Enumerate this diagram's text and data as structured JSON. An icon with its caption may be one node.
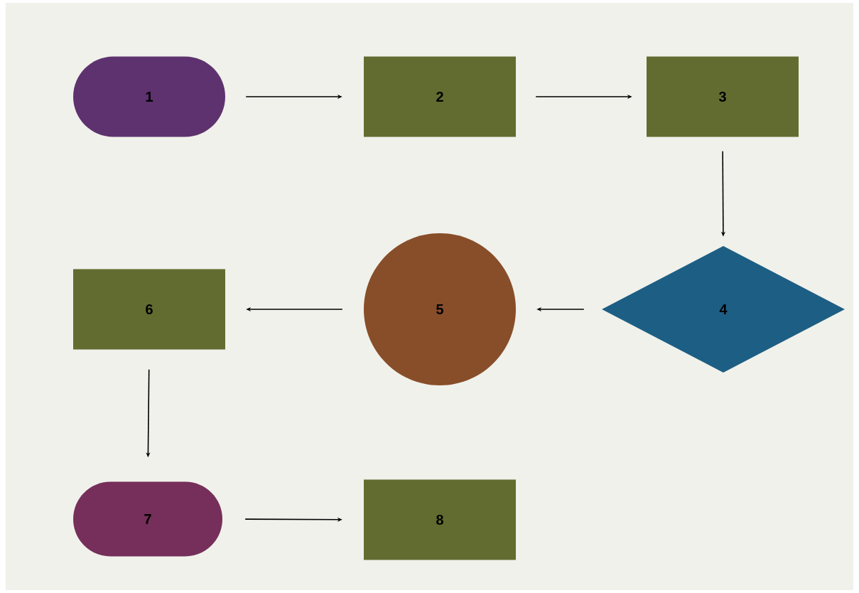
{
  "diagram": {
    "nodes": [
      {
        "text": [
          "1"
        ]
      },
      {
        "text": [
          "2"
        ]
      },
      {
        "text": [
          "3"
        ]
      },
      {
        "text": [
          "4"
        ]
      },
      {
        "text": [
          "5"
        ]
      },
      {
        "text": [
          "6"
        ]
      },
      {
        "text": [
          "7"
        ]
      },
      {
        "text": [
          "8"
        ]
      }
    ],
    "edges": [
      {
        "from": 0,
        "to": 1,
        "arrow": "to"
      },
      {
        "from": 1,
        "to": 2,
        "arrow": "to"
      },
      {
        "from": 2,
        "to": 3,
        "arrow": "to"
      },
      {
        "from": 3,
        "to": 4,
        "arrow": "to"
      },
      {
        "from": 4,
        "to": 5,
        "arrow": "to"
      },
      {
        "from": 5,
        "to": 6,
        "arrow": "to"
      },
      {
        "from": 6,
        "to": 7,
        "arrow": "to"
      }
    ]
  }
}
